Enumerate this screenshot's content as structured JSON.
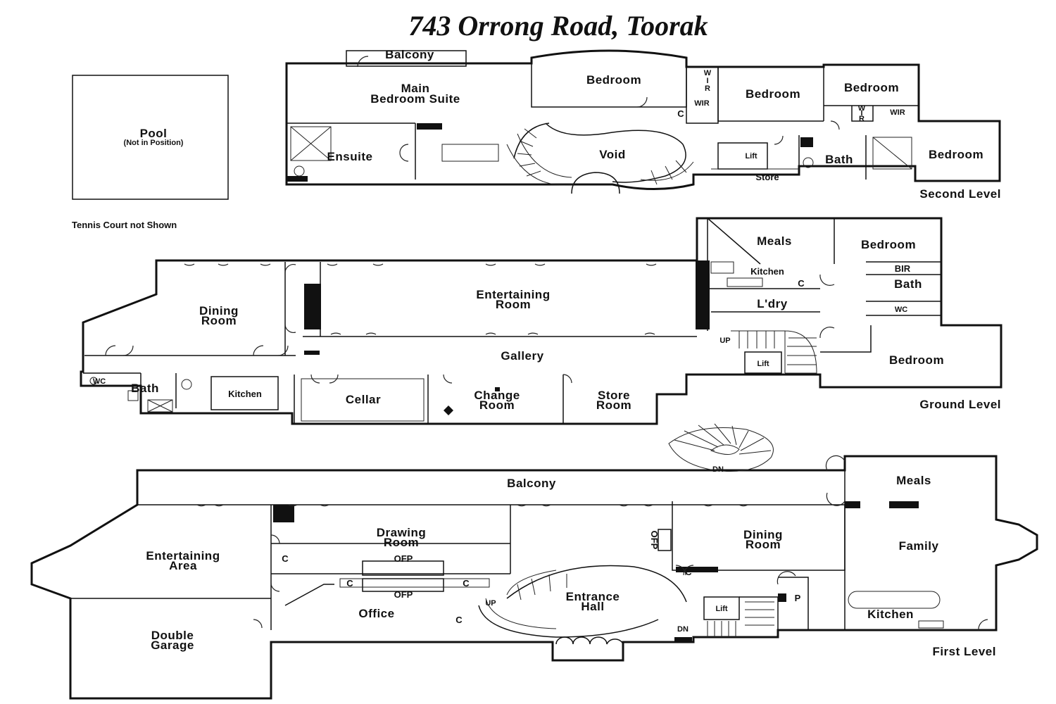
{
  "title": "743 Orrong Road, Toorak",
  "pool": {
    "label": "Pool",
    "note": "(Not in Position)"
  },
  "tennis_note": "Tennis Court not Shown",
  "second_level": {
    "level_label": "Second Level",
    "rooms": {
      "balcony": "Balcony",
      "main_bedroom_1": "Main",
      "main_bedroom_2": "Bedroom Suite",
      "bedroom_a": "Bedroom",
      "bedroom_b": "Bedroom",
      "bedroom_c": "Bedroom",
      "bedroom_d": "Bedroom",
      "ensuite": "Ensuite",
      "void": "Void",
      "lift": "Lift",
      "store": "Store",
      "bath": "Bath",
      "wir_1a": "W",
      "wir_1b": "I",
      "wir_1c": "R",
      "wir_2": "WIR",
      "c_1": "C",
      "wir_3a": "W",
      "wir_3b": "I",
      "wir_3c": "R",
      "wir_4": "WIR"
    }
  },
  "ground_level": {
    "level_label": "Ground Level",
    "rooms": {
      "meals": "Meals",
      "kitchen": "Kitchen",
      "c": "C",
      "laundry": "L'dry",
      "bedroom_a": "Bedroom",
      "bir": "BIR",
      "bath_r": "Bath",
      "wc_r": "WC",
      "bedroom_b": "Bedroom",
      "dining_1": "Dining",
      "dining_2": "Room",
      "entertaining_1": "Entertaining",
      "entertaining_2": "Room",
      "gallery": "Gallery",
      "up": "UP",
      "lift": "Lift",
      "wc_l": "WC",
      "bath_l": "Bath",
      "kitchen_l": "Kitchen",
      "cellar": "Cellar",
      "change_1": "Change",
      "change_2": "Room",
      "store_1": "Store",
      "store_2": "Room"
    }
  },
  "first_level": {
    "level_label": "First Level",
    "rooms": {
      "balcony": "Balcony",
      "dn_top": "DN",
      "meals": "Meals",
      "family": "Family",
      "kitchen": "Kitchen",
      "p": "P",
      "entertaining_1": "Entertaining",
      "entertaining_2": "Area",
      "drawing_1": "Drawing",
      "drawing_2": "Room",
      "ofp_1": "OFP",
      "ofp_2": "OFP",
      "ofp_3": "OFP",
      "dining_1": "Dining",
      "dining_2": "Room",
      "entrance_1": "Entrance",
      "entrance_2": "Hall",
      "office": "Office",
      "garage_1": "Double",
      "garage_2": "Garage",
      "lift": "Lift",
      "up": "UP",
      "dn": "DN",
      "c_1": "C",
      "c_2": "C",
      "c_3": "C",
      "c_4": "C",
      "c_5": "C"
    }
  }
}
